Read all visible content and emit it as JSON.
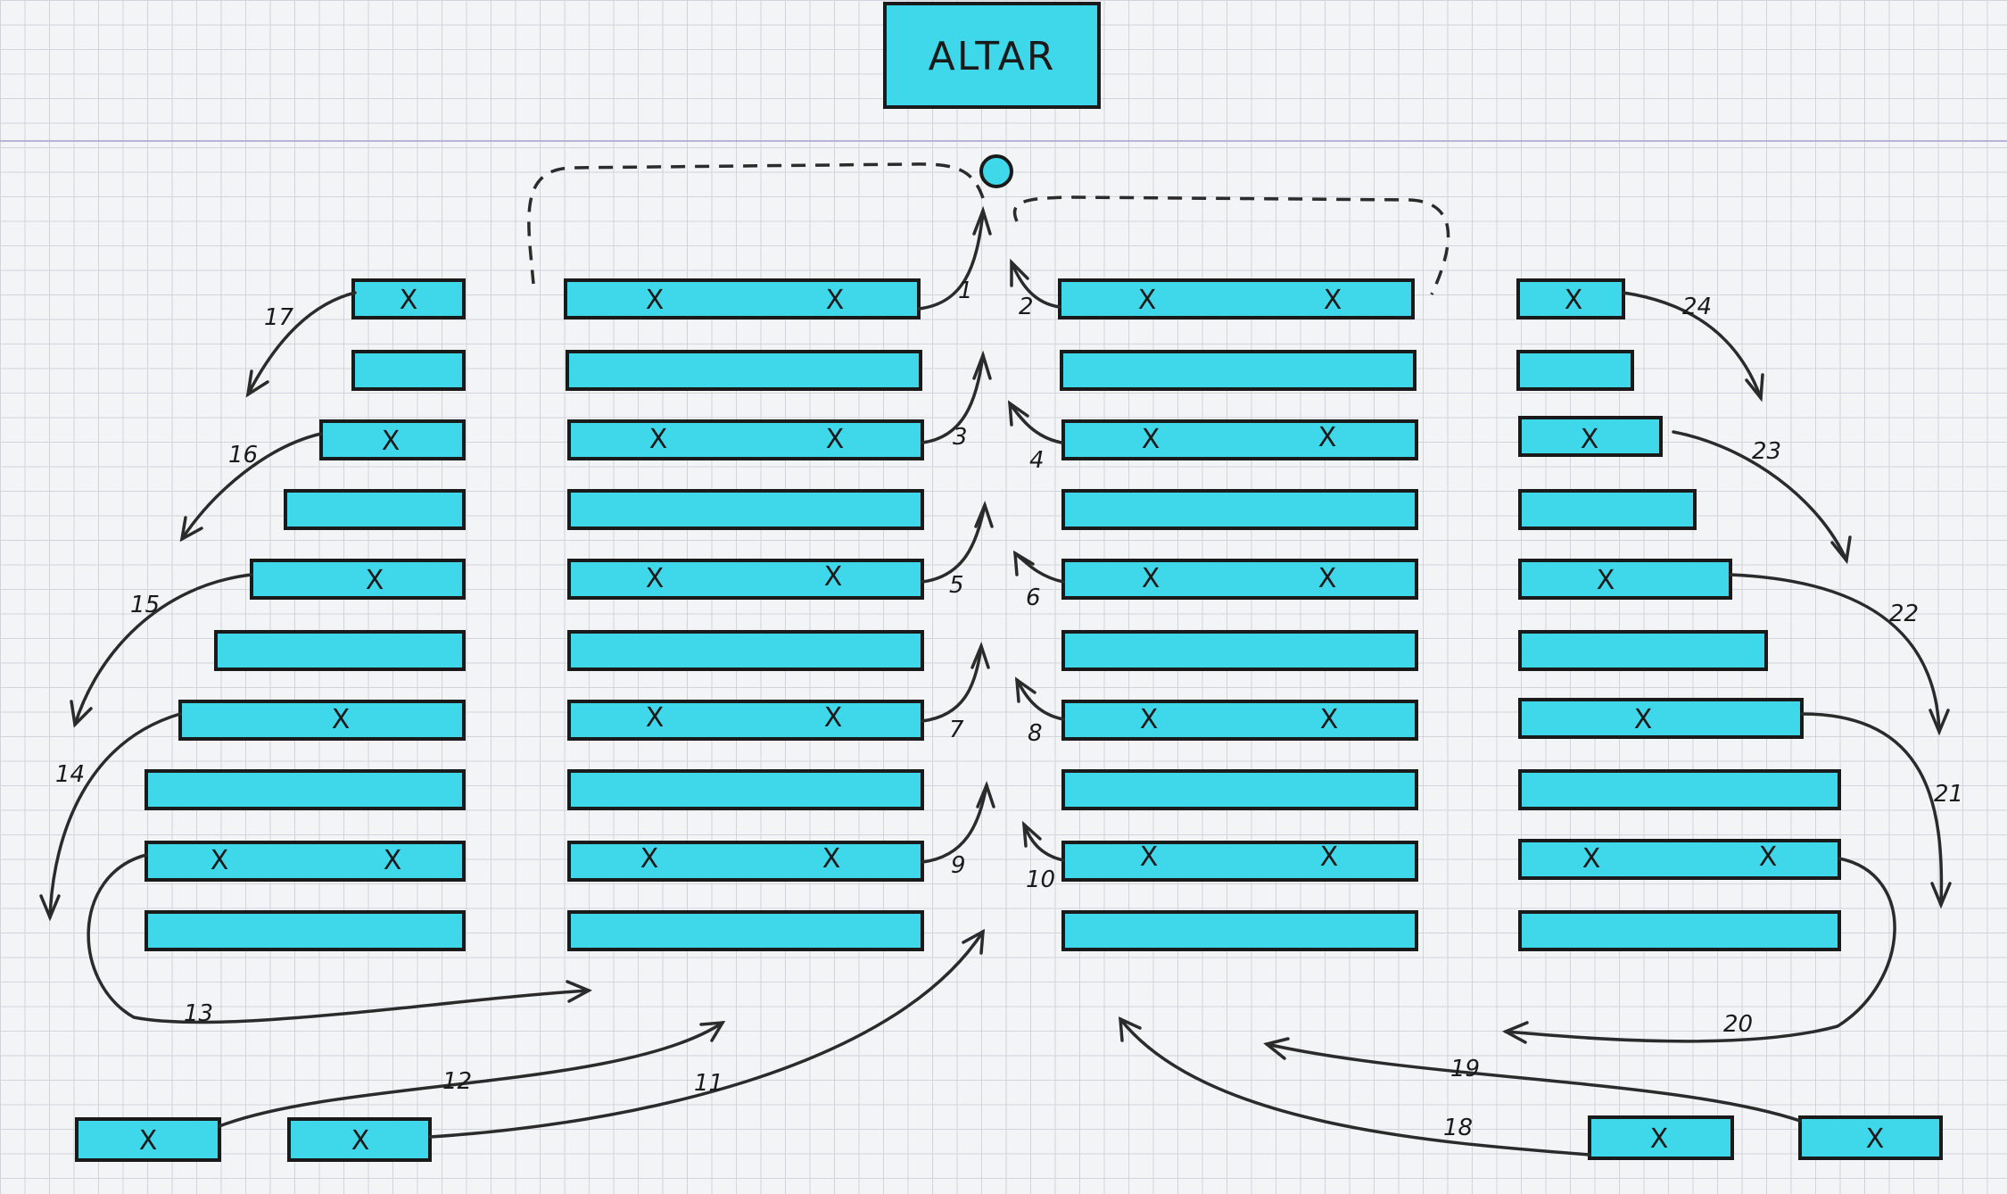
{
  "altar": {
    "label": "ALTAR"
  },
  "colors": {
    "pew_fill": "#3fd8ea",
    "ink": "#1a1a1a",
    "grid": "#d2d4dc"
  },
  "order_labels": {
    "n1": "1",
    "n2": "2",
    "n3": "3",
    "n4": "4",
    "n5": "5",
    "n6": "6",
    "n7": "7",
    "n8": "8",
    "n9": "9",
    "n10": "10",
    "n11": "11",
    "n12": "12",
    "n13": "13",
    "n14": "14",
    "n15": "15",
    "n16": "16",
    "n17": "17",
    "n18": "18",
    "n19": "19",
    "n20": "20",
    "n21": "21",
    "n22": "22",
    "n23": "23",
    "n24": "24"
  },
  "seat_mark": "X"
}
